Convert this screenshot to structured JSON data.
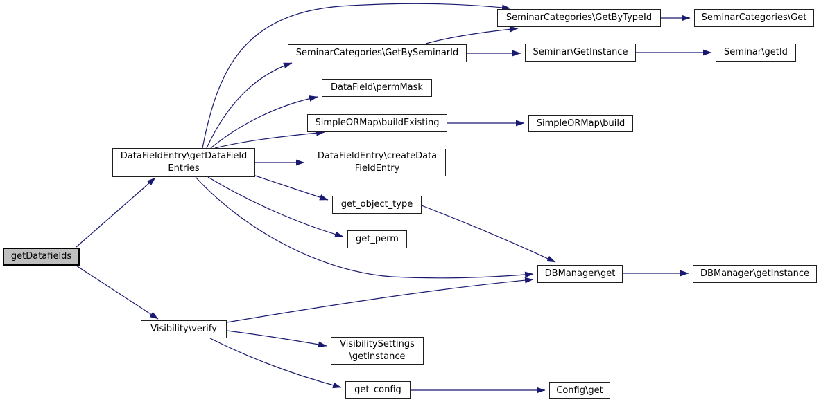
{
  "diagram": {
    "type": "call-graph",
    "root_function": "getDatafields",
    "colors": {
      "background": "#ffffff",
      "edge": "#191970",
      "node_border": "#1f1f1f",
      "node_fill": "#ffffff",
      "highlight_fill": "#bfbfbf",
      "text": "#000000"
    },
    "nodes": [
      {
        "id": "getDatafields",
        "lines": [
          "getDatafields"
        ],
        "highlighted": true
      },
      {
        "id": "getDataFieldEntries",
        "lines": [
          "DataFieldEntry\\getDataField",
          "Entries"
        ],
        "highlighted": false
      },
      {
        "id": "visibility-verify",
        "lines": [
          "Visibility\\verify"
        ],
        "highlighted": false
      },
      {
        "id": "getBySeminarId",
        "lines": [
          "SeminarCategories\\GetBySeminarId"
        ],
        "highlighted": false
      },
      {
        "id": "getByTypeId",
        "lines": [
          "SeminarCategories\\GetByTypeId"
        ],
        "highlighted": false
      },
      {
        "id": "seminarCategories-get",
        "lines": [
          "SeminarCategories\\Get"
        ],
        "highlighted": false
      },
      {
        "id": "seminar-getInstance",
        "lines": [
          "Seminar\\GetInstance"
        ],
        "highlighted": false
      },
      {
        "id": "seminar-getId",
        "lines": [
          "Seminar\\getId"
        ],
        "highlighted": false
      },
      {
        "id": "permMask",
        "lines": [
          "DataField\\permMask"
        ],
        "highlighted": false
      },
      {
        "id": "buildExisting",
        "lines": [
          "SimpleORMap\\buildExisting"
        ],
        "highlighted": false
      },
      {
        "id": "build",
        "lines": [
          "SimpleORMap\\build"
        ],
        "highlighted": false
      },
      {
        "id": "createDataFieldEntry",
        "lines": [
          "DataFieldEntry\\createData",
          "FieldEntry"
        ],
        "highlighted": false
      },
      {
        "id": "get-object-type",
        "lines": [
          "get_object_type"
        ],
        "highlighted": false
      },
      {
        "id": "get-perm",
        "lines": [
          "get_perm"
        ],
        "highlighted": false
      },
      {
        "id": "dbmanager-get",
        "lines": [
          "DBManager\\get"
        ],
        "highlighted": false
      },
      {
        "id": "dbmanager-getInstance",
        "lines": [
          "DBManager\\getInstance"
        ],
        "highlighted": false
      },
      {
        "id": "visibilitySettings-getInstance",
        "lines": [
          "VisibilitySettings",
          "\\getInstance"
        ],
        "highlighted": false
      },
      {
        "id": "get-config",
        "lines": [
          "get_config"
        ],
        "highlighted": false
      },
      {
        "id": "config-get",
        "lines": [
          "Config\\get"
        ],
        "highlighted": false
      }
    ],
    "edges": [
      {
        "from": "getDatafields",
        "to": "getDataFieldEntries"
      },
      {
        "from": "getDatafields",
        "to": "visibility-verify"
      },
      {
        "from": "getDataFieldEntries",
        "to": "getByTypeId"
      },
      {
        "from": "getDataFieldEntries",
        "to": "getBySeminarId"
      },
      {
        "from": "getDataFieldEntries",
        "to": "permMask"
      },
      {
        "from": "getDataFieldEntries",
        "to": "buildExisting"
      },
      {
        "from": "getDataFieldEntries",
        "to": "createDataFieldEntry"
      },
      {
        "from": "getDataFieldEntries",
        "to": "get-object-type"
      },
      {
        "from": "getDataFieldEntries",
        "to": "get-perm"
      },
      {
        "from": "getDataFieldEntries",
        "to": "dbmanager-get"
      },
      {
        "from": "getBySeminarId",
        "to": "getByTypeId"
      },
      {
        "from": "getBySeminarId",
        "to": "seminar-getInstance"
      },
      {
        "from": "getByTypeId",
        "to": "seminarCategories-get"
      },
      {
        "from": "seminar-getInstance",
        "to": "seminar-getId"
      },
      {
        "from": "buildExisting",
        "to": "build"
      },
      {
        "from": "get-object-type",
        "to": "dbmanager-get"
      },
      {
        "from": "dbmanager-get",
        "to": "dbmanager-getInstance"
      },
      {
        "from": "visibility-verify",
        "to": "dbmanager-get"
      },
      {
        "from": "visibility-verify",
        "to": "visibilitySettings-getInstance"
      },
      {
        "from": "visibility-verify",
        "to": "get-config"
      },
      {
        "from": "get-config",
        "to": "config-get"
      }
    ]
  }
}
